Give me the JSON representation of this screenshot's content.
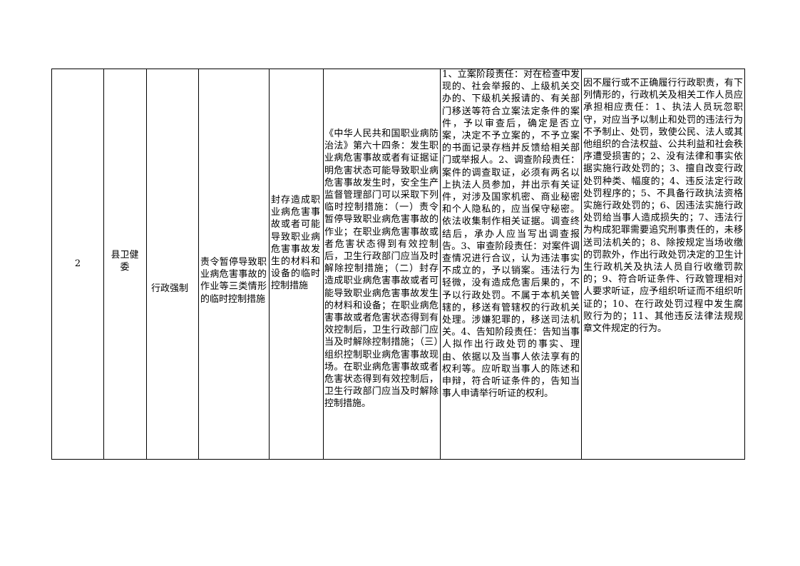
{
  "row": {
    "index": "2",
    "department": "县卫健委",
    "category": "行政强制",
    "item_name": "责令暂停导致职业病危害事故的作业等三类情形的临时控制措施",
    "sub_item": "封存造成职业病危害事故或者可能导致职业病危害事故发生的材料和设备的临时控制措施",
    "legal_basis": "《中华人民共和国职业病防治法》第六十四条：发生职业病危害事故或者有证据证明危害状态可能导致职业病危害事故发生时，安全生产监督管理部门可以采取下列临时控制措施：（一）责令暂停导致职业病危害事故的作业；在职业病危害事故或者危害状态得到有效控制后，卫生行政部门应当及时解除控制措施；（二）封存造成职业病危害事故或者可能导致职业病危害事故发生的材料和设备；在职业病危害事故或者危害状态得到有效控制后，卫生行政部门应当及时解除控制措施；（三）组织控制职业病危害事故现场。在职业病危害事故或者危害状态得到有效控制后，卫生行政部门应当及时解除控制措施。",
    "responsibilities": "1、立案阶段责任：对在检查中发现的、社会举报的、上级机关交办的、下级机关报请的、有关部门移送等符合立案法定条件的案件，予以审查后，确定是否立案，决定不予立案的，不予立案的书面记录存档并反馈给相关部门或举报人。2、调查阶段责任：案件的调查取证，必须有两名以上执法人员参加，并出示有关证件，对涉及国家机密、商业秘密和个人隐私的，应当保守秘密。依法收集制作相关证据。调查终结后，承办人应当写出调查报告。3、审查阶段责任：对案件调查情况进行合议，认为违法事实不成立的，予以销案。违法行为轻微，没有造成危害后果的，不予以行政处罚。不属于本机关管辖的，移送有管辖权的行政机关处理。涉嫌犯罪的，移送司法机关。4、告知阶段责任：告知当事人拟作出行政处罚的事实、理由、依据以及当事人依法享有的权利等。应听取当事人的陈述和申辩，符合听证条件的，告知当事人申请举行听证的权利。",
    "accountability": "因不履行或不正确履行行政职责，有下列情形的，行政机关及相关工作人员应承担相应责任：1、执法人员玩忽职守，对应当予以制止和处罚的违法行为不予制止、处罚，致使公民、法人或其他组织的合法权益、公共利益和社会秩序遭受损害的；2、没有法律和事实依据实施行政处罚的；3、擅自改变行政处罚种类、幅度的；4、违反法定行政处罚程序的；5、不具备行政执法资格实施行政处罚的；6、因违法实施行政处罚给当事人造成损失的；7、违法行为构成犯罪需要追究刑事责任的，未移送司法机关的；8、除按规定当场收缴的罚款外，作出行政处罚决定的卫生计生行政机关及执法人员自行收缴罚款的；9、符合听证条件、行政管理相对人要求听证，应予组织听证而不组织听证的；10、在行政处罚过程中发生腐败行为的；11、其他违反法律法规规章文件规定的行为。"
  }
}
